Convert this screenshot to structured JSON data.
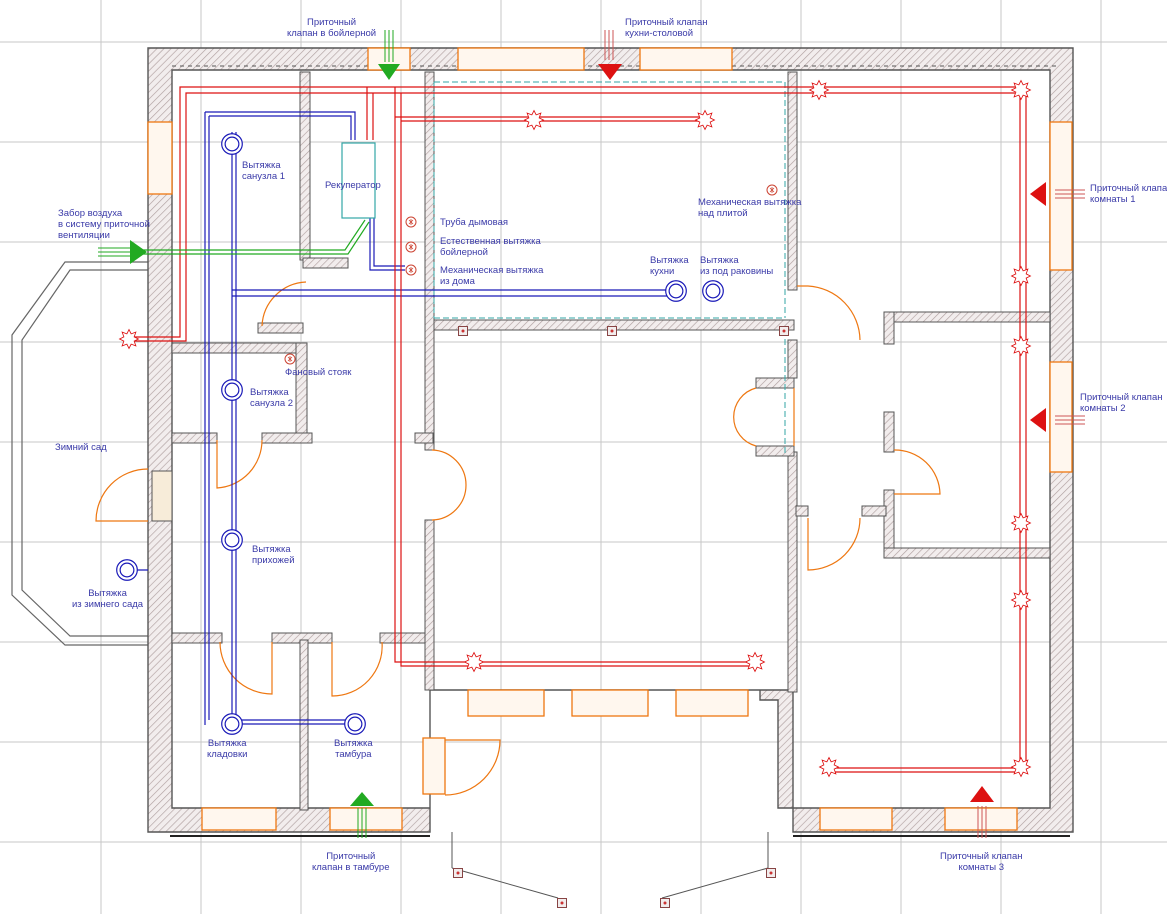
{
  "colors": {
    "grid": "#c7c7c7",
    "wall_line": "#555555",
    "wall_hatch": "#b8a8a8",
    "window": "#ee7711",
    "exhaust": "#1a1ab8",
    "supply": "#dd1111",
    "intake": "#22aa22",
    "cyan": "#33a6a6",
    "text": "#3a3aa8"
  },
  "labels": {
    "boiler_valve": [
      "Приточный",
      "клапан в бойлерной"
    ],
    "kitchen_valve": [
      "Приточный клапан",
      "кухни-столовой"
    ],
    "room1_valve": [
      "Приточный клапан",
      "комнаты 1"
    ],
    "room2_valve": [
      "Приточный клапан",
      "комнаты 2"
    ],
    "room3_valve": [
      "Приточный клапан",
      "комнаты 3"
    ],
    "vestibule_valve": [
      "Приточный",
      "клапан в тамбуре"
    ],
    "bath1": [
      "Вытяжка",
      "санузла 1"
    ],
    "bath2": [
      "Вытяжка",
      "санузла 2"
    ],
    "recuperator": [
      "Рекуператор"
    ],
    "intake": [
      "Забор воздуха",
      "в систему приточной",
      "вентиляции"
    ],
    "chimney": [
      "Труба дымовая"
    ],
    "boiler_nat": [
      "Естественная вытяжка",
      "бойлерной"
    ],
    "mech_house": [
      "Механическая вытяжка",
      "из дома"
    ],
    "kitchen_ex": [
      "Вытяжка",
      "кухни"
    ],
    "sink_ex": [
      "Вытяжка",
      "из под раковины"
    ],
    "hood": [
      "Механическая вытяжка",
      "над плитой"
    ],
    "fan_riser": [
      "Фановый стояк"
    ],
    "winter_garden": [
      "Зимний сад"
    ],
    "hallway": [
      "Вытяжка",
      "прихожей"
    ],
    "garden_ex": [
      "Вытяжка",
      "из зимнего сада"
    ],
    "pantry": [
      "Вытяжка",
      "кладовки"
    ],
    "vestibule_ex": [
      "Вытяжка",
      "тамбура"
    ]
  }
}
